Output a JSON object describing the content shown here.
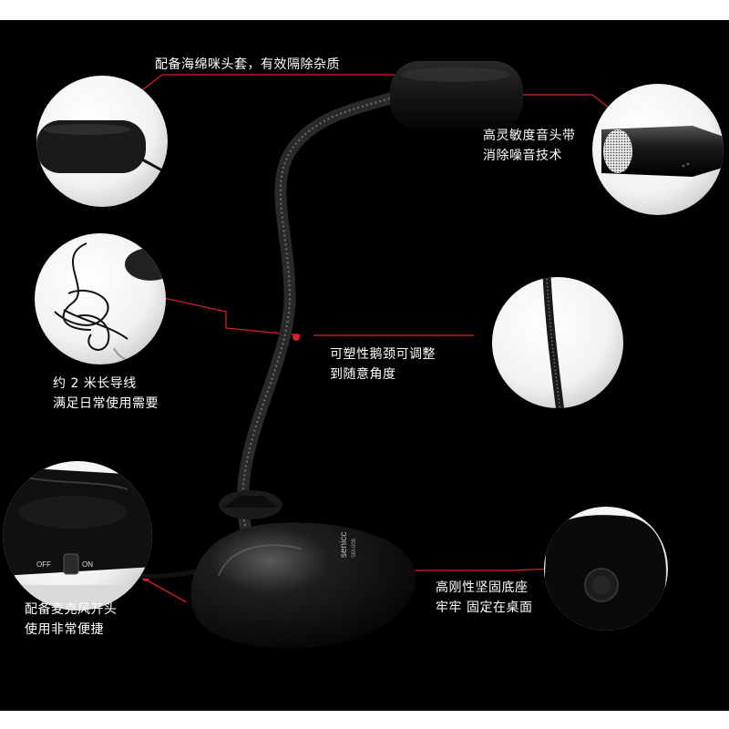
{
  "callouts": {
    "foam": {
      "line1": "配备海绵咪头套，有效隔除杂质"
    },
    "mic_head": {
      "line1": "高灵敏度音头带",
      "line2": "消除噪音技术"
    },
    "cable": {
      "line1": "约 2 米长导线",
      "line2": "满足日常使用需要"
    },
    "gooseneck": {
      "line1": "可塑性鹅颈可调整",
      "line2": "到随意角度"
    },
    "switch": {
      "line1": "配备麦克风开头",
      "line2": "使用非常便捷"
    },
    "base": {
      "line1": "高刚性坚固底座",
      "line2": "牢牢 固定在桌面"
    }
  },
  "product": {
    "brand": "senicc",
    "model": "SM-008",
    "switch_off": "OFF",
    "switch_on": "ON"
  },
  "colors": {
    "background": "#000000",
    "accent_line": "#d0202a",
    "text": "#ffffff"
  }
}
